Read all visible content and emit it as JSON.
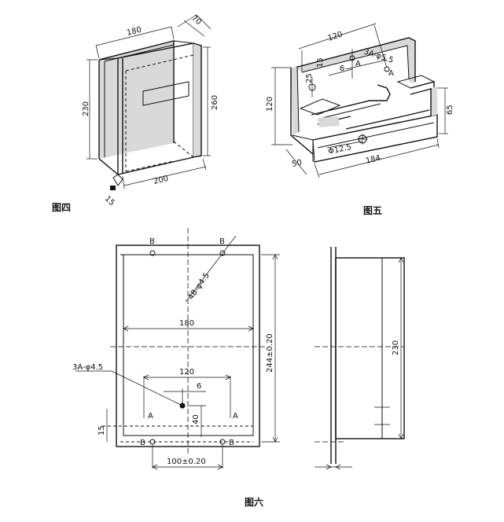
{
  "figure4": {
    "caption": "图四",
    "dims": {
      "width": "180",
      "depth": "70",
      "height_left": "230",
      "height_right": "260",
      "bottom": "200",
      "foot": "15"
    }
  },
  "figure5": {
    "caption": "图五",
    "dims": {
      "top": "120",
      "height": "120",
      "depth": "50",
      "bottom": "184",
      "right": "65",
      "d25": "25",
      "d15": "15",
      "d6": "6",
      "hole": "3A-φ5.5",
      "phi": "Φ12.5",
      "pointA1": "A",
      "pointA2": "A"
    }
  },
  "figure6": {
    "caption": "图六",
    "dims": {
      "hole4b": "4B-φ4.5",
      "w180": "180",
      "h244": "244±0.20",
      "hole3a": "3A-φ4.5",
      "w120": "120",
      "w6": "6",
      "h40": "40",
      "h15": "15",
      "w100": "100±0.20",
      "side230": "230"
    },
    "markers": {
      "B1": "B",
      "B2": "B",
      "B3": "B",
      "B4": "B",
      "A1": "A",
      "A2": "A"
    }
  }
}
